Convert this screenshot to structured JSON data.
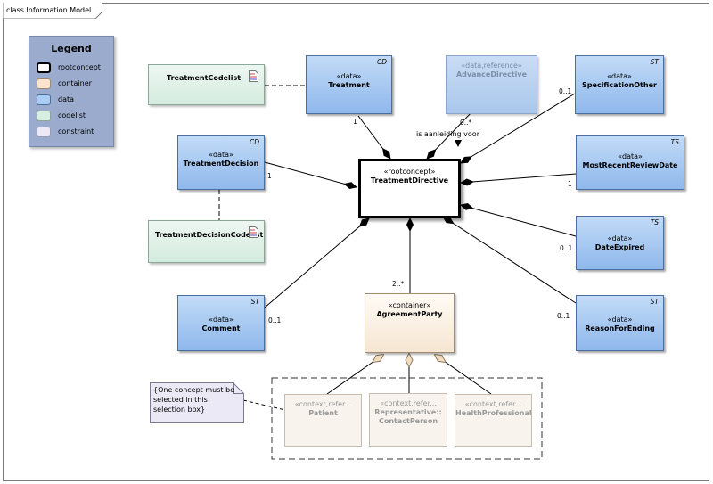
{
  "diagram_title": "class Information Model",
  "legend": {
    "title": "Legend",
    "items": [
      {
        "label": "rootconcept",
        "color": "#ffffff",
        "border": "#000000"
      },
      {
        "label": "container",
        "color": "#fbe3cf",
        "border": "#9a8a7a"
      },
      {
        "label": "data",
        "color": "#a9cdf3",
        "border": "#4a6ea0"
      },
      {
        "label": "codelist",
        "color": "#d6efe0",
        "border": "#8aa898"
      },
      {
        "label": "constraint",
        "color": "#ece9f6",
        "border": "#9a9ab0"
      }
    ]
  },
  "nodes": {
    "root": {
      "stereotype": "«rootconcept»",
      "name": "TreatmentDirective"
    },
    "treatment": {
      "stereotype": "«data»",
      "name": "Treatment",
      "type": "CD"
    },
    "advance_directive": {
      "stereotype": "«data,reference»",
      "name": "AdvanceDirective"
    },
    "specification_other": {
      "stereotype": "«data»",
      "name": "SpecificationOther",
      "type": "ST"
    },
    "treatment_decision": {
      "stereotype": "«data»",
      "name": "TreatmentDecision",
      "type": "CD"
    },
    "most_recent_review_date": {
      "stereotype": "«data»",
      "name": "MostRecentReviewDate",
      "type": "TS"
    },
    "date_expired": {
      "stereotype": "«data»",
      "name": "DateExpired",
      "type": "TS"
    },
    "comment": {
      "stereotype": "«data»",
      "name": "Comment",
      "type": "ST"
    },
    "agreement_party": {
      "stereotype": "«container»",
      "name": "AgreementParty"
    },
    "reason_for_ending": {
      "stereotype": "«data»",
      "name": "ReasonForEnding",
      "type": "ST"
    },
    "treatment_codelist": {
      "name": "TreatmentCodelist"
    },
    "treatment_decision_codelist": {
      "name": "TreatmentDecisionCodelist"
    },
    "patient": {
      "stereotype": "«context,refer...",
      "name": "Patient"
    },
    "representative": {
      "stereotype": "«context,refer...",
      "name": "Representative::",
      "name2": "ContactPerson"
    },
    "health_professional": {
      "stereotype": "«context,refer...",
      "name": "HealthProfessional"
    }
  },
  "multiplicities": {
    "treatment": "1",
    "advance_directive": "0..*",
    "specification_other": "0..1",
    "treatment_decision": "1",
    "most_recent_review_date": "1",
    "date_expired": "0..1",
    "comment": "0..1",
    "agreement_party": "2..*",
    "reason_for_ending": "0..1"
  },
  "association_label": "is aanleiding voor",
  "note": "{One concept must be selected in this selection box}"
}
